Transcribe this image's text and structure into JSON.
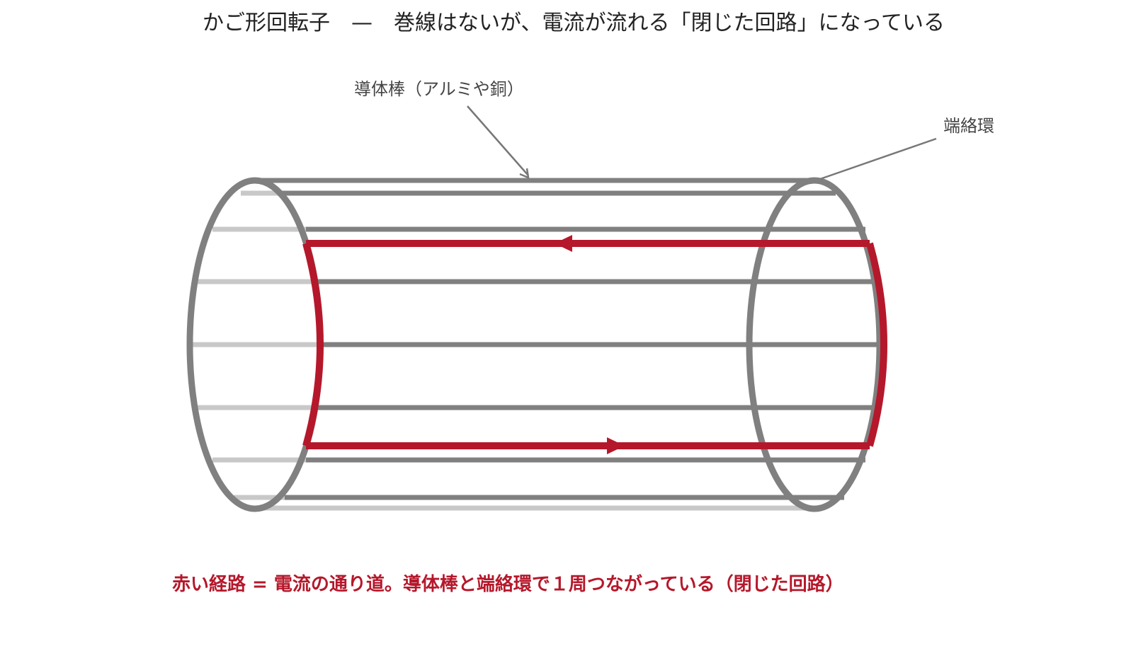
{
  "title": "かご形回転子　—　巻線はないが、電流が流れる「閉じた回路」になっている",
  "labels": {
    "conductor_bar": "導体棒（アルミや銅）",
    "end_ring": "端絡環"
  },
  "caption": "赤い経路 = 電流の通り道。導体棒と端絡環で１周つながっている（閉じた回路）",
  "colors": {
    "frame": "#808080",
    "hidden_bar": "#c8c8c8",
    "current_path": "#b5182b",
    "text": "#222222",
    "label": "#444444"
  }
}
